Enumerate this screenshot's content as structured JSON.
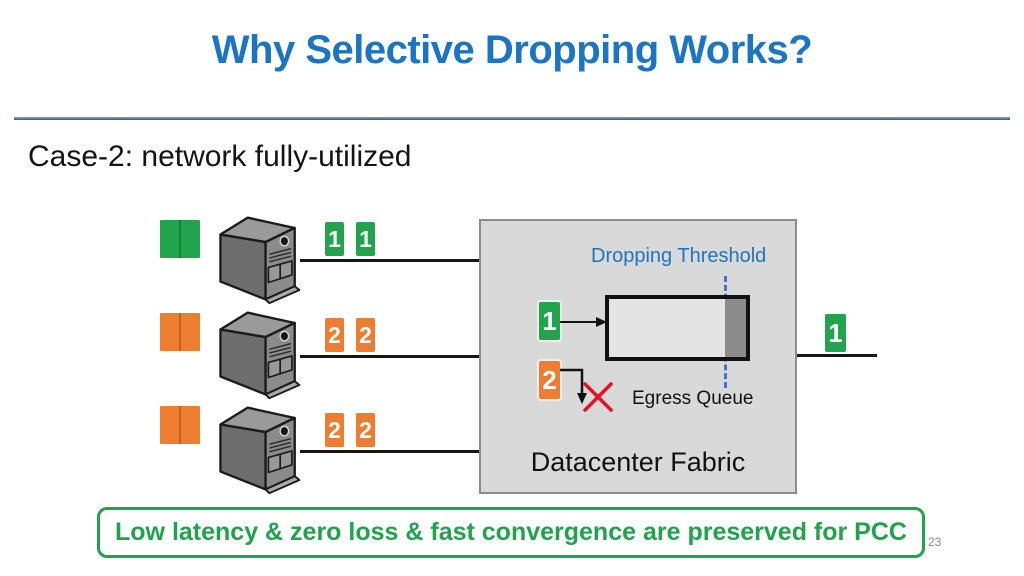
{
  "slide": {
    "title": "Why Selective Dropping Works?",
    "case_label": "Case-2: network fully-utilized",
    "conclusion": "Low latency & zero loss & fast convergence are preserved for PCC",
    "page_number": "23"
  },
  "colors": {
    "title_blue": "#1B74C4",
    "accent_green": "#22A44E",
    "accent_orange": "#ED7D31",
    "threshold_blue": "#1F74BE",
    "dashed_line_blue": "#4574C6",
    "fabric_fill": "#D9D9D9",
    "queue_occupancy_gray": "#8C8C8C",
    "result_green": "#21A24D",
    "drop_red": "#E81123"
  },
  "senders": [
    {
      "id": "sender-1",
      "color": "green",
      "packets": [
        "1",
        "1"
      ]
    },
    {
      "id": "sender-2",
      "color": "orange",
      "packets": [
        "2",
        "2"
      ]
    },
    {
      "id": "sender-3",
      "color": "orange",
      "packets": [
        "2",
        "2"
      ]
    }
  ],
  "fabric": {
    "label": "Datacenter Fabric",
    "threshold_label": "Dropping Threshold",
    "queue_label": "Egress Queue",
    "admitted_packet": "1",
    "dropped_packet": "2"
  },
  "output": {
    "packet": "1"
  }
}
